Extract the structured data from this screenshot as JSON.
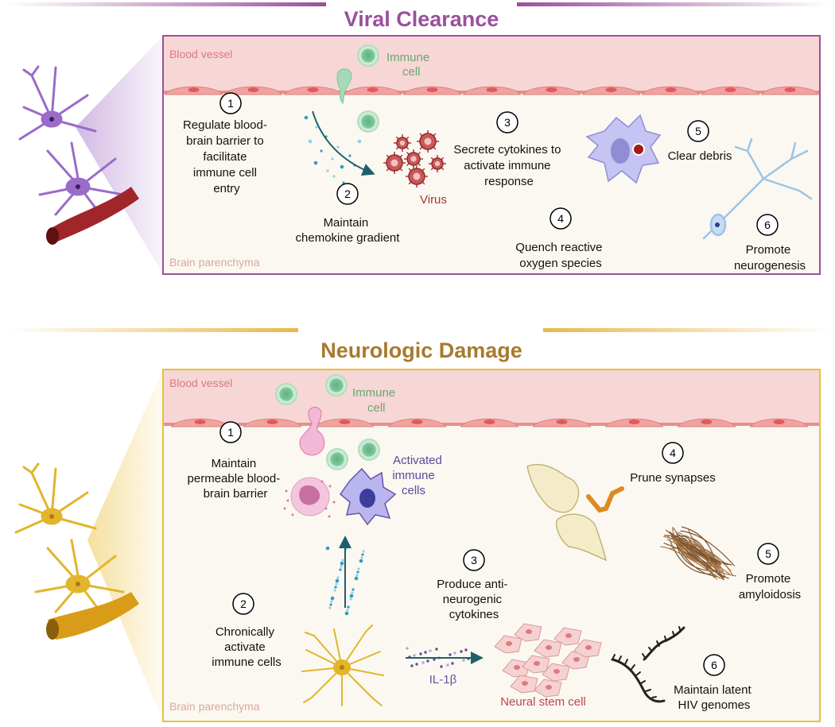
{
  "colors": {
    "viral_accent": "#9b4f9d",
    "damage_accent": "#a77a2c",
    "panel_bg": "#fbf8f1",
    "vessel_bg": "#f7d6d6",
    "endothelial": "#f0a3a0",
    "immune_green": "#7cc79a",
    "virus_red": "#a83535",
    "label_red": "#b8464c",
    "activated_purple": "#6a54a0",
    "neuron_purple": "#9a6bc8",
    "neuron_gold": "#e2b52b"
  },
  "viral": {
    "title": "Viral Clearance",
    "blood_vessel": "Blood vessel",
    "brain_parenchyma": "Brain parenchyma",
    "immune_cell": [
      "Immune",
      "cell"
    ],
    "virus": "Virus",
    "steps": [
      {
        "num": "1",
        "lines": [
          "Regulate blood-",
          "brain barrier to",
          "facilitate",
          "immune cell",
          "entry"
        ]
      },
      {
        "num": "2",
        "lines": [
          "Maintain",
          "chemokine gradient"
        ]
      },
      {
        "num": "3",
        "lines": [
          "Secrete cytokines to",
          "activate immune",
          "response"
        ]
      },
      {
        "num": "4",
        "lines": [
          "Quench reactive",
          "oxygen species"
        ]
      },
      {
        "num": "5",
        "lines": [
          "Clear debris"
        ]
      },
      {
        "num": "6",
        "lines": [
          "Promote",
          "neurogenesis"
        ]
      }
    ]
  },
  "damage": {
    "title": "Neurologic Damage",
    "blood_vessel": "Blood vessel",
    "brain_parenchyma": "Brain parenchyma",
    "immune_cell": [
      "Immune",
      "cell"
    ],
    "activated": [
      "Activated",
      "immune",
      "cells"
    ],
    "il1b": "IL-1β",
    "neural_stem": "Neural stem cell",
    "steps": [
      {
        "num": "1",
        "lines": [
          "Maintain",
          "permeable blood-",
          "brain barrier"
        ]
      },
      {
        "num": "2",
        "lines": [
          "Chronically",
          "activate",
          "immune cells"
        ]
      },
      {
        "num": "3",
        "lines": [
          "Produce anti-",
          "neurogenic",
          "cytokines"
        ]
      },
      {
        "num": "4",
        "lines": [
          "Prune synapses"
        ]
      },
      {
        "num": "5",
        "lines": [
          "Promote",
          "amyloidosis"
        ]
      },
      {
        "num": "6",
        "lines": [
          "Maintain latent",
          "HIV genomes"
        ]
      }
    ]
  }
}
